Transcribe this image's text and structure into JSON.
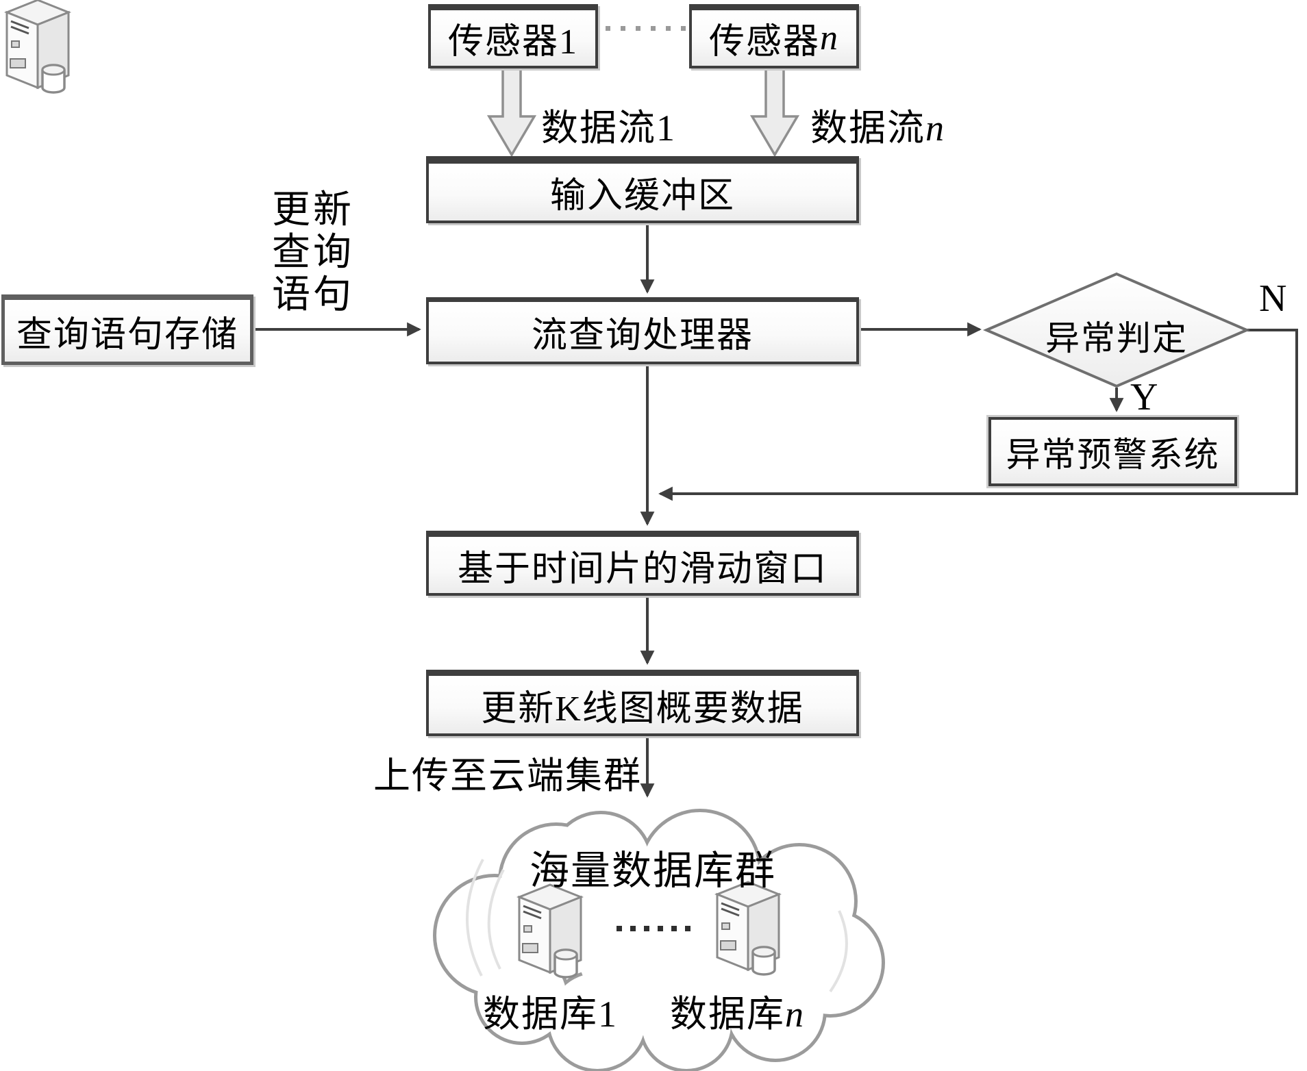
{
  "sensors": {
    "s1": "传感器1",
    "sn_prefix": "传感器",
    "sn_suffix": "n",
    "dots": "······"
  },
  "streams": {
    "s1": "数据流1",
    "sn_prefix": "数据流",
    "sn_suffix": "n"
  },
  "nodes": {
    "input_buffer": "输入缓冲区",
    "query_storage": "查询语句存储",
    "processor": "流查询处理器",
    "decision": "异常判定",
    "alert": "异常预警系统",
    "window": "基于时间片的滑动窗口",
    "kline": "更新K线图概要数据"
  },
  "labels": {
    "update_query_l1": "更新",
    "update_query_l2": "查询",
    "update_query_l3": "语句",
    "no": "N",
    "yes": "Y",
    "upload": "上传至云端集群"
  },
  "cloud": {
    "title": "海量数据库群",
    "db1": "数据库1",
    "dbn_prefix": "数据库",
    "dbn_suffix": "n",
    "dots": "······"
  },
  "colors": {
    "line": "#3f3f3f",
    "box_border": "#3e3e3e",
    "block_arrow_fill": "#ececec",
    "block_arrow_edge": "#8f8f8f",
    "cloud_outline": "#9b9b9b",
    "diamond_edge": "#6f6f6f"
  }
}
